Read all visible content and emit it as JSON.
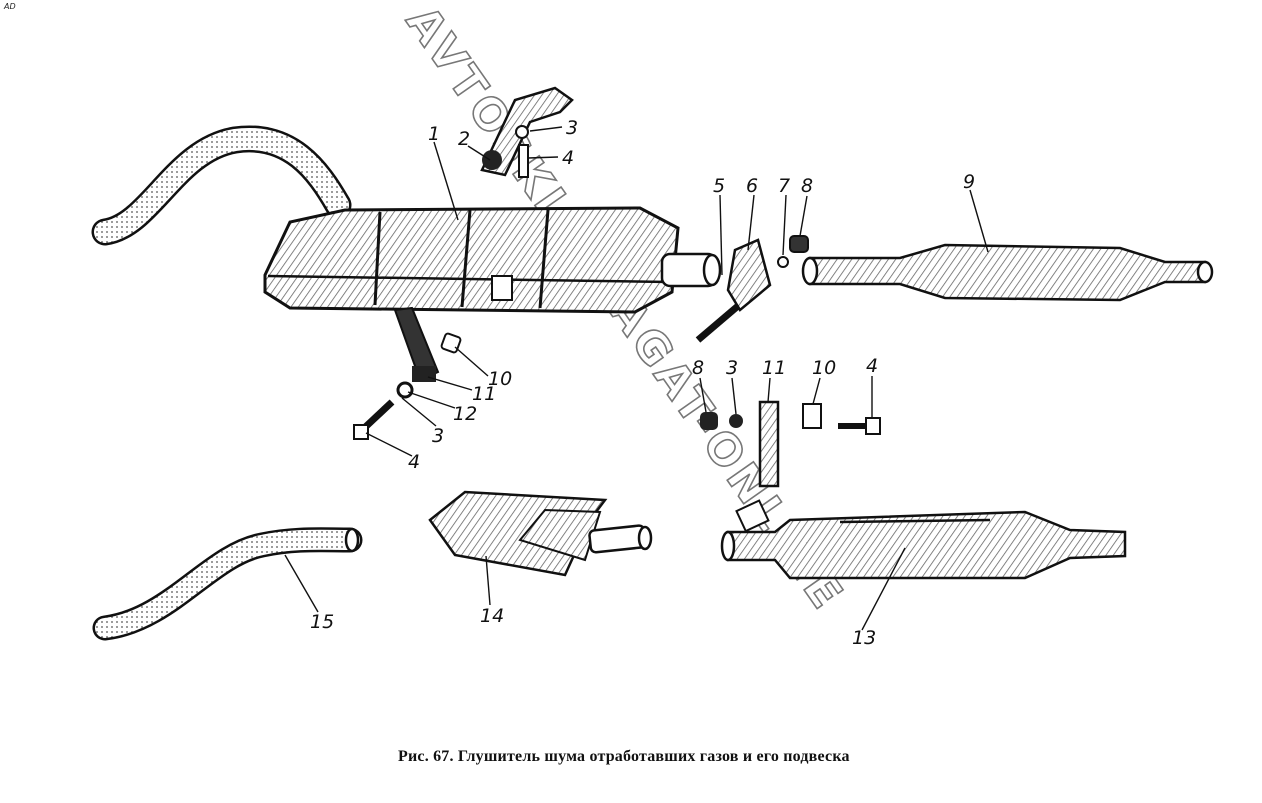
{
  "corner_mark": "AD",
  "caption": "Рис. 67. Глушитель шума отработавших газов и его подвеска",
  "watermark": "AVTOSKLAD.AGAT-ONLINE",
  "callouts": {
    "c1": "1",
    "c2": "2",
    "c3a": "3",
    "c4a": "4",
    "c5": "5",
    "c6": "6",
    "c7": "7",
    "c8a": "8",
    "c9": "9",
    "c10a": "10",
    "c11a": "11",
    "c12": "12",
    "c3b": "3",
    "c4b": "4",
    "c8b": "8",
    "c3c": "3",
    "c11b": "11",
    "c10b": "10",
    "c4c": "4",
    "c13": "13",
    "c14": "14",
    "c15": "15"
  },
  "colors": {
    "ink": "#111111",
    "paper": "#ffffff",
    "shade": "#8a8a8a",
    "watermark": "#777777"
  }
}
